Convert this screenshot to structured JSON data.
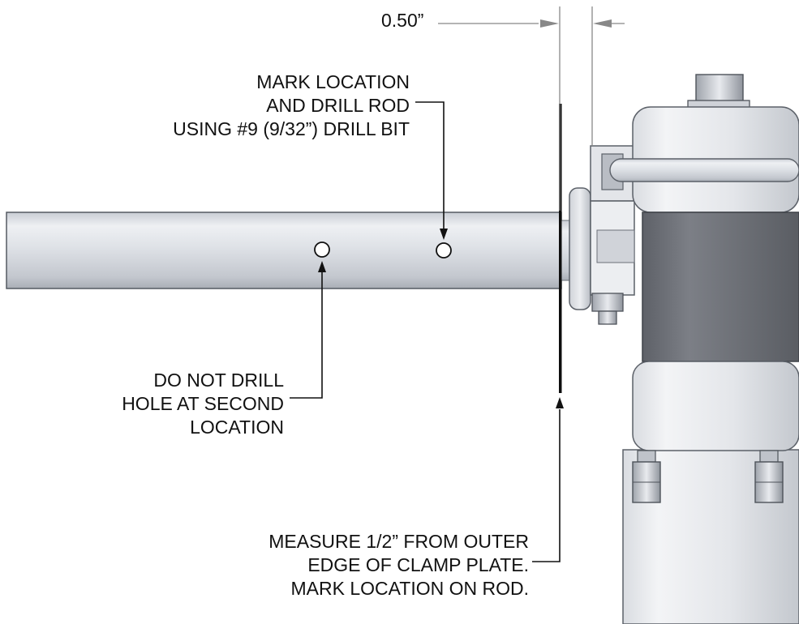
{
  "dimension": {
    "text": "0.50”"
  },
  "notes": {
    "drill": [
      "MARK LOCATION",
      "AND DRILL ROD",
      "USING #9 (9/32”) DRILL BIT"
    ],
    "no_drill": [
      "DO NOT DRILL",
      "HOLE AT SECOND",
      "LOCATION"
    ],
    "measure": [
      "MEASURE 1/2” FROM OUTER",
      "EDGE OF CLAMP PLATE.",
      "MARK LOCATION ON ROD."
    ]
  },
  "colors": {
    "background": "#ffffff",
    "ink": "#111111",
    "rod_light": "#e6e9ee",
    "rod_mid": "#c8ccd3",
    "clamp_band": "#6f7279"
  }
}
